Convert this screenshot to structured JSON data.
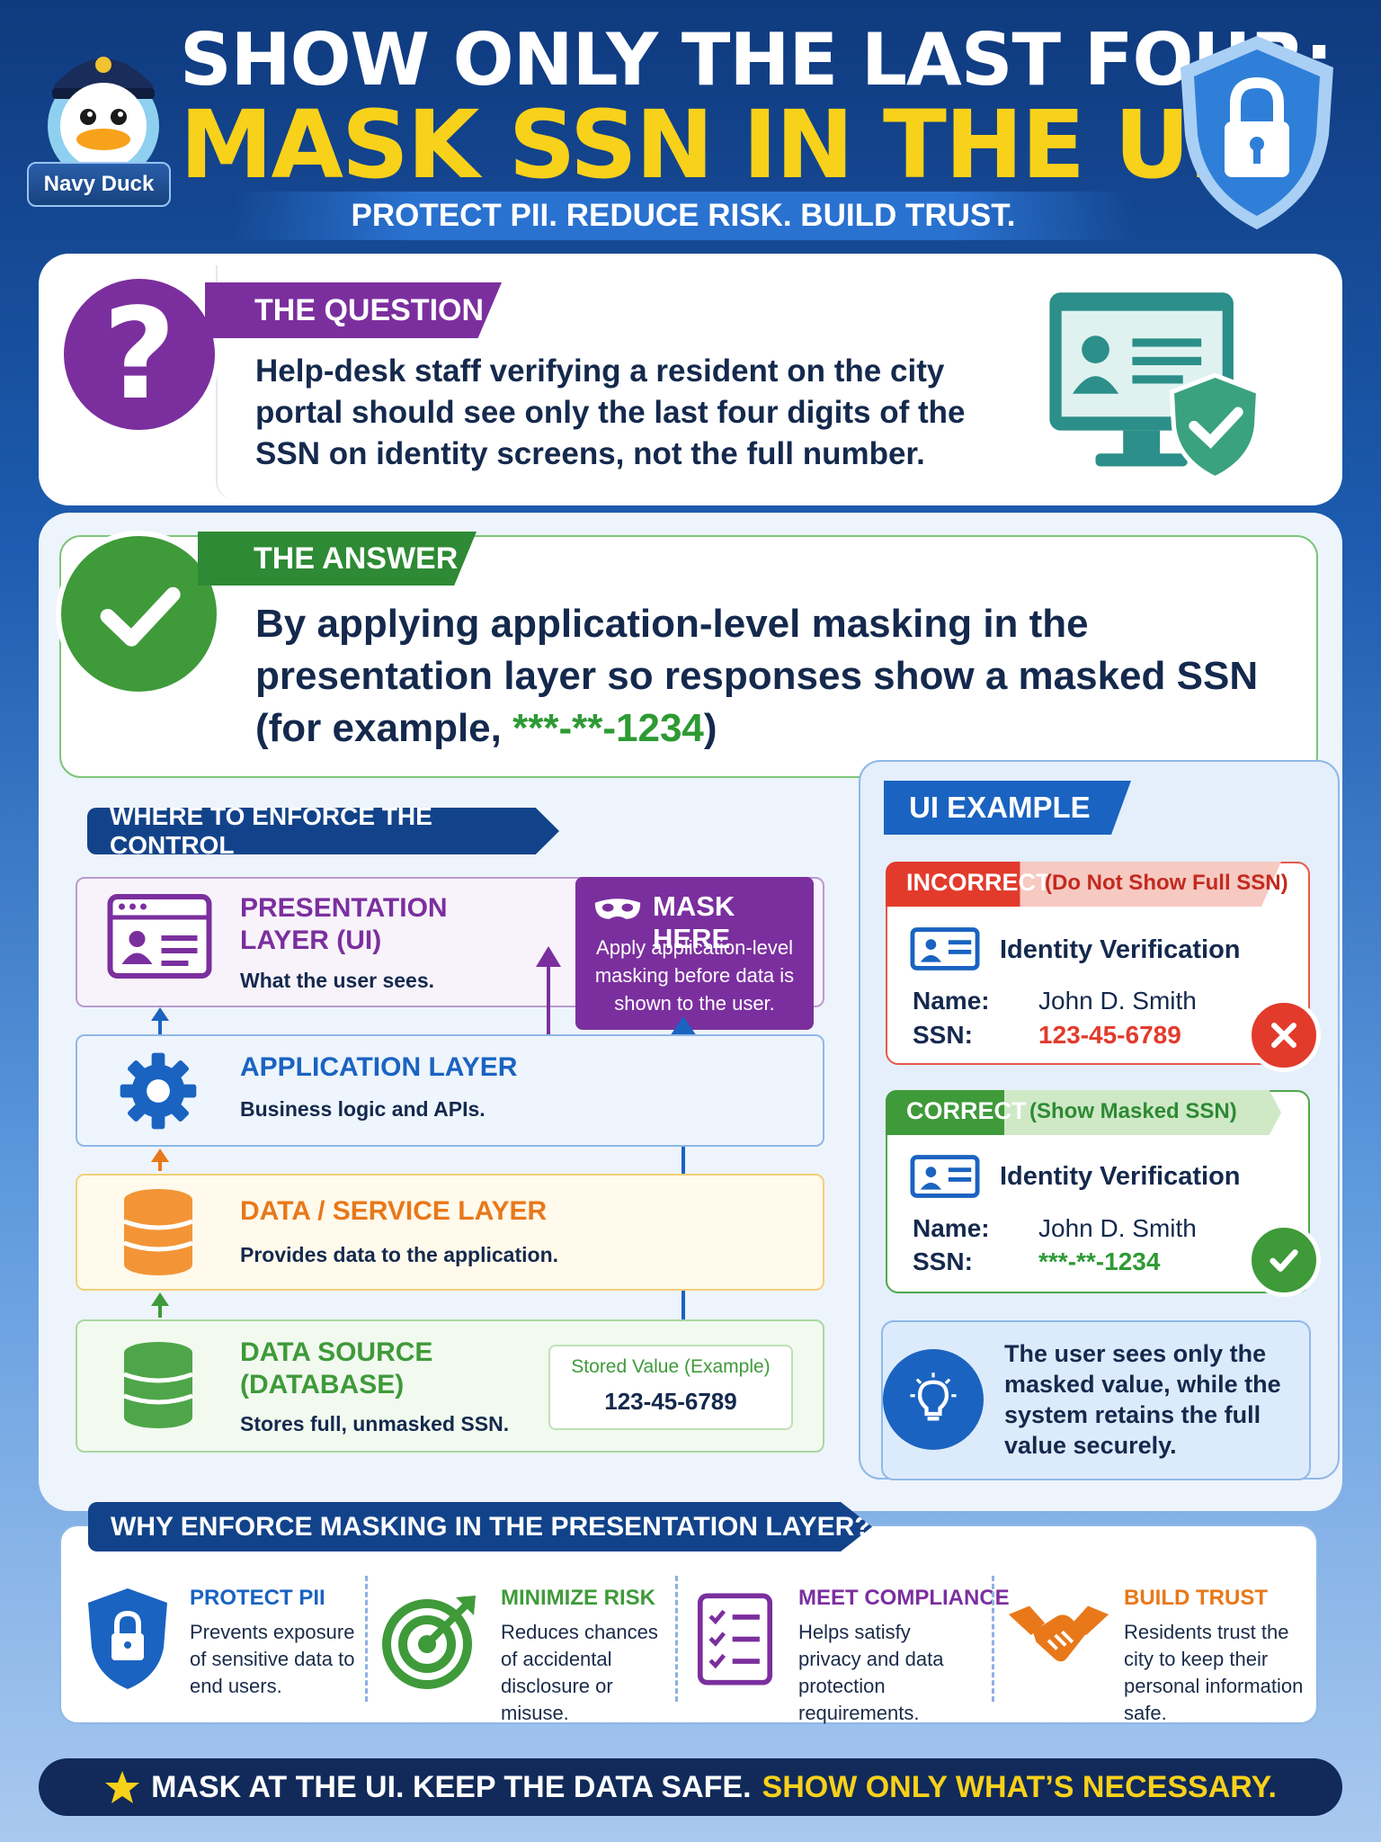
{
  "header": {
    "mascot_label": "Navy Duck",
    "title_line1": "SHOW ONLY THE LAST FOUR:",
    "title_line2": "MASK SSN IN THE UI",
    "subtitle": "PROTECT PII. REDUCE RISK. BUILD TRUST."
  },
  "question": {
    "tag": "THE QUESTION",
    "icon": "question-mark",
    "text": "Help-desk staff verifying a resident on the city portal should see only the last four digits of the SSN on identity screens, not the full number."
  },
  "answer": {
    "tag": "THE ANSWER",
    "text_before": "By applying application-level masking in the presentation layer so responses show a masked SSN (for example, ",
    "highlight": "***-**-1234",
    "text_after": ")"
  },
  "enforce": {
    "heading": "WHERE TO ENFORCE THE CONTROL",
    "layers": [
      {
        "title": "PRESENTATION LAYER (UI)",
        "desc": "What the user sees.",
        "icon": "browser-profile-icon",
        "color": "#7b2f9e"
      },
      {
        "title": "APPLICATION LAYER",
        "desc": "Business logic and APIs.",
        "icon": "gear-icon",
        "color": "#1a63c1"
      },
      {
        "title": "DATA / SERVICE LAYER",
        "desc": "Provides data to the application.",
        "icon": "database-icon",
        "color": "#e8781a"
      },
      {
        "title": "DATA SOURCE (DATABASE)",
        "desc": "Stores full, unmasked SSN.",
        "icon": "database-icon",
        "color": "#3f9a3a"
      }
    ],
    "mask_here": {
      "title": "MASK HERE",
      "desc": "Apply application-level masking before data is shown to the user."
    },
    "stored_value": {
      "label": "Stored Value (Example)",
      "value": "123-45-6789"
    }
  },
  "ui_example": {
    "heading": "UI EXAMPLE",
    "incorrect": {
      "tag": "INCORRECT",
      "note": "(Do Not Show Full SSN)",
      "card_title": "Identity Verification",
      "name_label": "Name:",
      "name_value": "John D. Smith",
      "ssn_label": "SSN:",
      "ssn_value": "123-45-6789"
    },
    "correct": {
      "tag": "CORRECT",
      "note": "(Show Masked SSN)",
      "card_title": "Identity Verification",
      "name_label": "Name:",
      "name_value": "John D. Smith",
      "ssn_label": "SSN:",
      "ssn_value": "***-**-1234"
    },
    "tip": "The user sees only the masked value, while the system retains the full value securely."
  },
  "why": {
    "heading": "WHY ENFORCE MASKING IN THE PRESENTATION LAYER?",
    "items": [
      {
        "title": "PROTECT PII",
        "desc": "Prevents exposure of sensitive data to end users.",
        "icon": "shield-lock-icon",
        "color": "#1a63c1"
      },
      {
        "title": "MINIMIZE RISK",
        "desc": "Reduces chances of accidental disclosure or misuse.",
        "icon": "target-icon",
        "color": "#3f9a3a"
      },
      {
        "title": "MEET COMPLIANCE",
        "desc": "Helps satisfy privacy and data protection requirements.",
        "icon": "checklist-icon",
        "color": "#7b2f9e"
      },
      {
        "title": "BUILD TRUST",
        "desc": "Residents trust the city to keep their personal information safe.",
        "icon": "handshake-icon",
        "color": "#e8781a"
      }
    ]
  },
  "footer": {
    "part1": "MASK AT THE UI. KEEP THE DATA SAFE.",
    "part2": "SHOW ONLY WHAT’S NECESSARY."
  },
  "colors": {
    "navy": "#112a5a",
    "yellow": "#f8d11a",
    "purple": "#7b2f9e",
    "green": "#3f9a3a",
    "blue": "#1a63c1",
    "orange": "#e8781a",
    "red": "#e23b2c"
  }
}
